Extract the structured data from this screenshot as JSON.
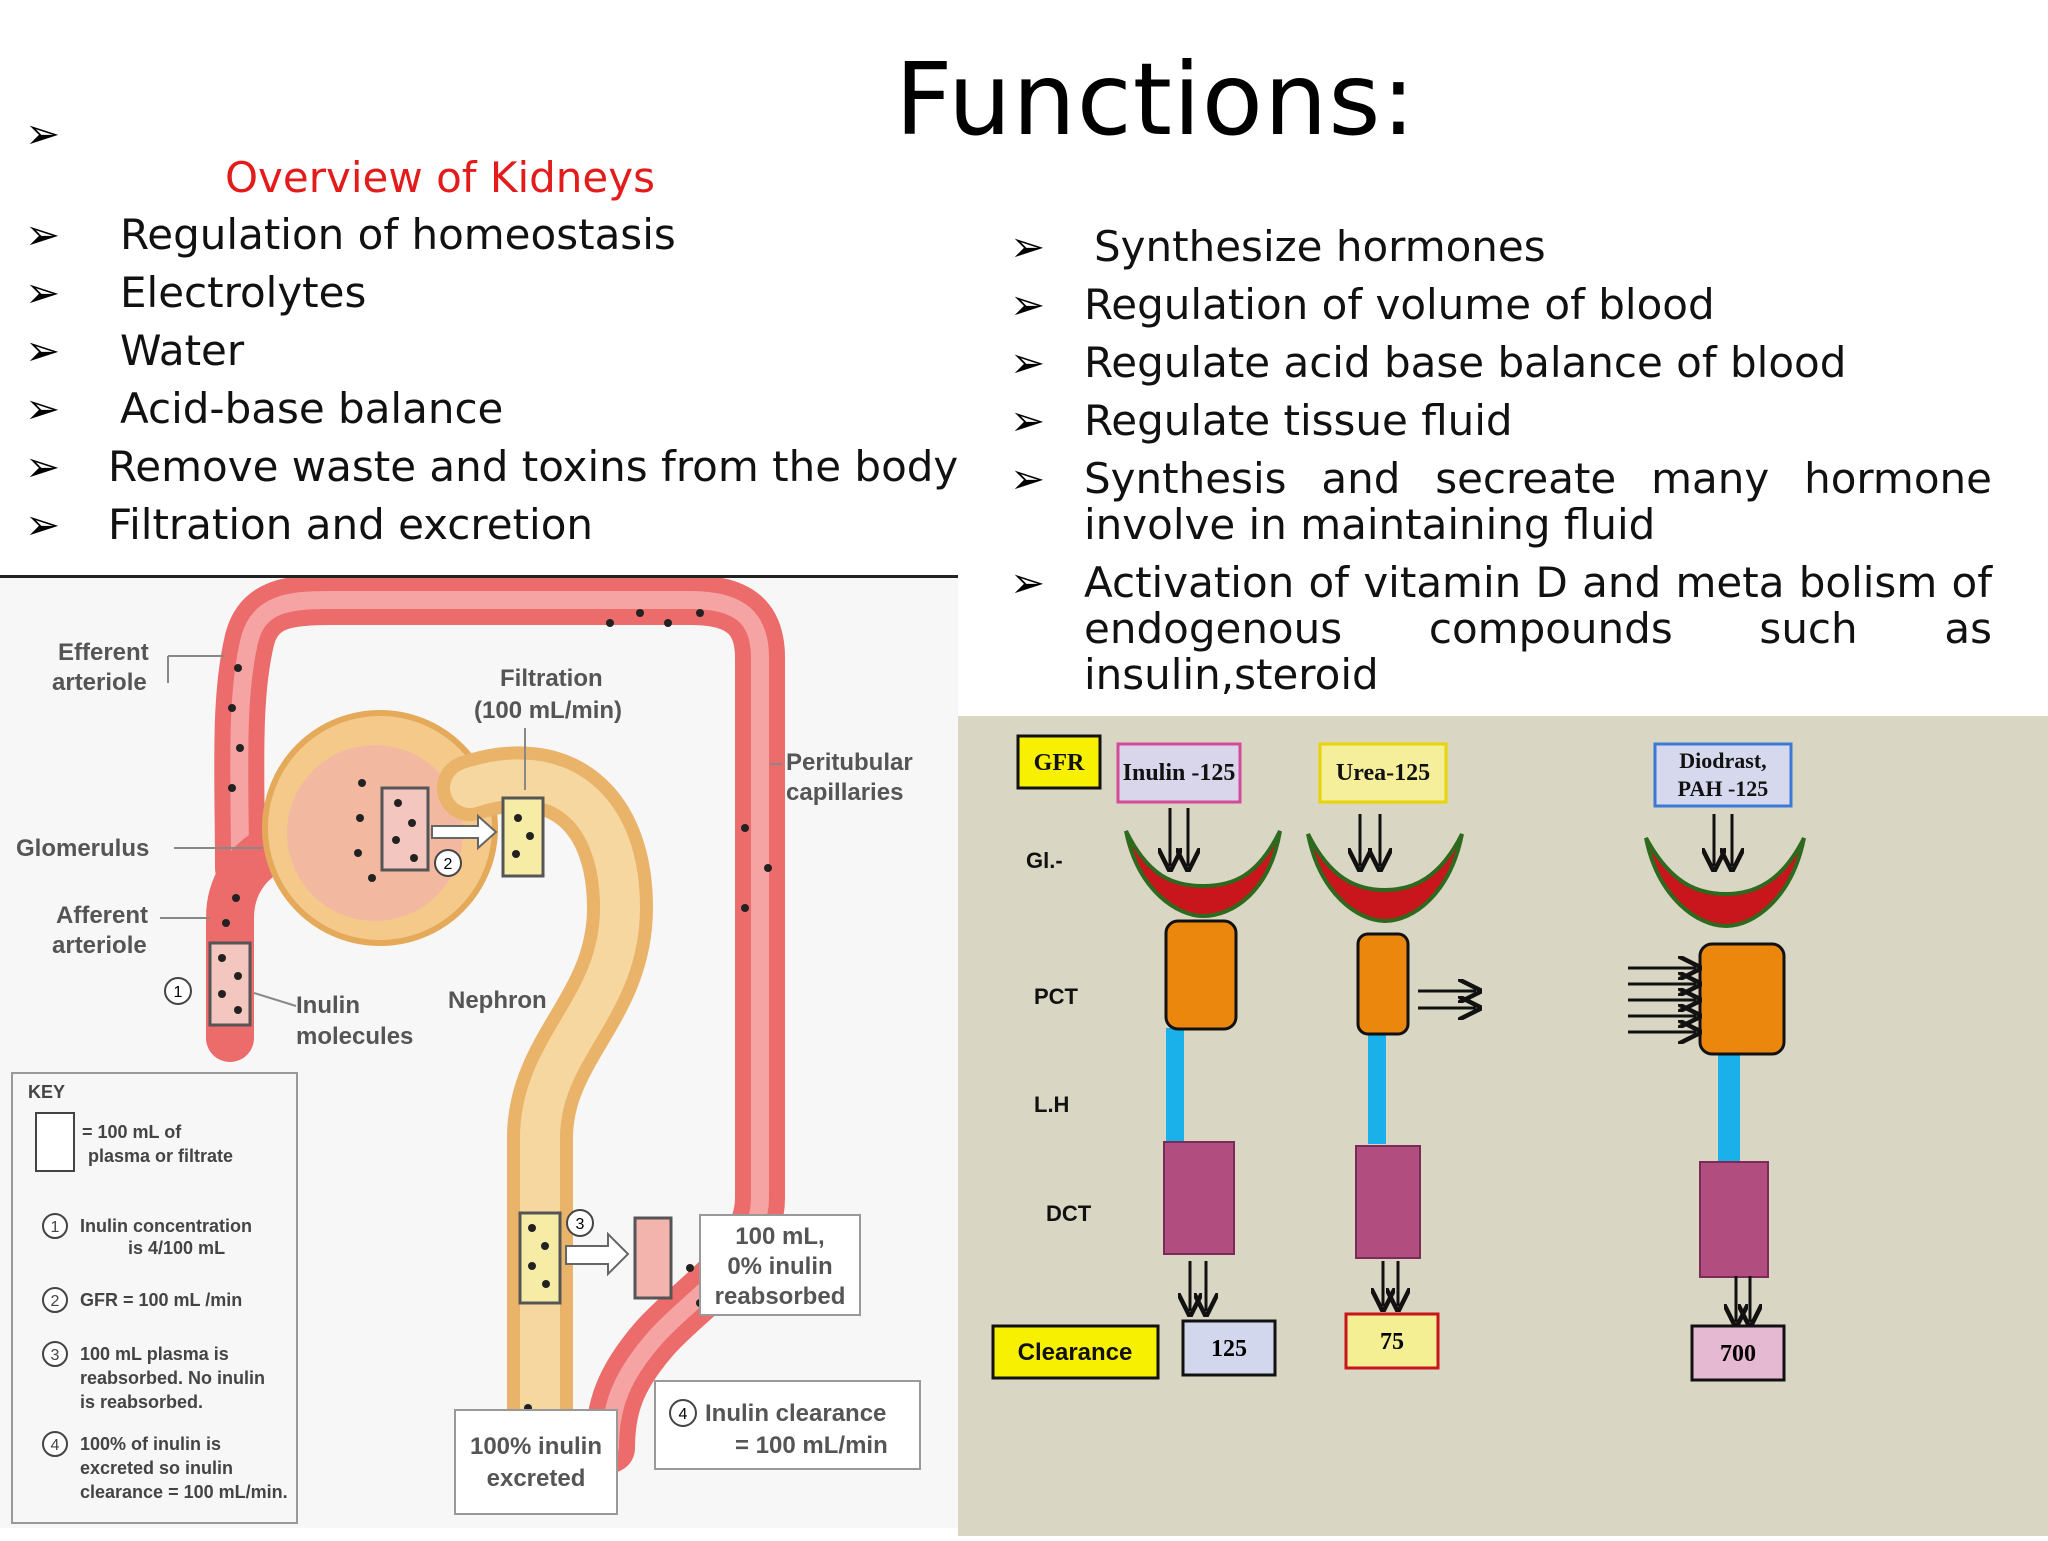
{
  "title": "Functions:",
  "left_list": {
    "heading": "Overview of Kidneys",
    "items": [
      "Regulation of homeostasis",
      "Electrolytes",
      "Water",
      "Acid-base balance",
      "Remove waste and toxins from the body",
      "Filtration and excretion"
    ]
  },
  "right_list": {
    "items": [
      "Synthesize hormones",
      "Regulation of volume of blood",
      "Regulate acid base balance of blood",
      "Regulate tissue fluid"
    ],
    "item5_line1": "Synthesis and secreate many hormone",
    "item5_line2": "involve in maintaining fluid",
    "item6_line1": "Activation of vitamin D and meta bolism of",
    "item6_line2": "endogenous compounds such as",
    "item6_line3": "insulin,steroid"
  },
  "nephron_diagram": {
    "efferent": "Efferent",
    "efferent2": "arteriole",
    "filtration": "Filtration",
    "filtration_rate": "(100 mL/min)",
    "peritubular": "Peritubular",
    "peritubular2": "capillaries",
    "glomerulus": "Glomerulus",
    "afferent": "Afferent",
    "afferent2": "arteriole",
    "inulin_mol": "Inulin",
    "inulin_mol2": "molecules",
    "nephron": "Nephron",
    "key": "KEY",
    "key_box1": "= 100 mL of",
    "key_box2": "plasma or filtrate",
    "key1a": "Inulin concentration",
    "key1b": "is 4/100 mL",
    "key2": "GFR = 100 mL /min",
    "key3a": "100 mL plasma is",
    "key3b": "reabsorbed. No inulin",
    "key3c": "is reabsorbed.",
    "key4a": "100% of inulin is",
    "key4b": "excreted so inulin",
    "key4c": "clearance = 100 mL/min.",
    "reabs1": "100 mL,",
    "reabs2": "0% inulin",
    "reabs3": "reabsorbed",
    "clear1": "Inulin clearance",
    "clear2": "= 100 mL/min",
    "excr1": "100% inulin",
    "excr2": "excreted",
    "n1": "1",
    "n2": "2",
    "n3": "3",
    "n4": "4"
  },
  "clearance_diagram": {
    "gfr": "GFR",
    "inulin": "Inulin -125",
    "urea": "Urea-125",
    "diodrast": "Diodrast,",
    "pah": "PAH -125",
    "gl": "Gl.-",
    "pct": "PCT",
    "lh": "L.H",
    "dct": "DCT",
    "clearance": "Clearance",
    "v1": "125",
    "v2": "75",
    "v3": "700"
  },
  "bullet_symbol": "➢"
}
